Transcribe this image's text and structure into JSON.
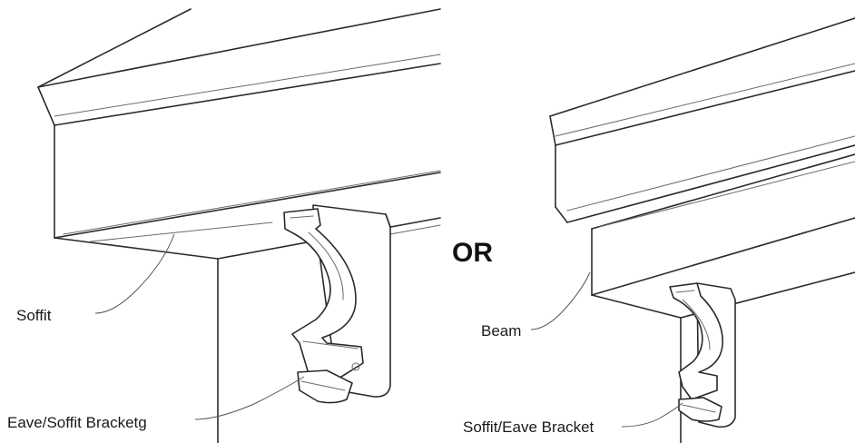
{
  "labels": {
    "soffit": "Soffit",
    "eave_soffit_bracket": "Eave/Soffit Bracketg",
    "or": "OR",
    "beam": "Beam",
    "soffit_eave_bracket": "Soffit/Eave Bracket"
  },
  "icons": {
    "left_drawing": "eave-soffit-mount-drawing",
    "right_drawing": "beam-mount-drawing"
  }
}
